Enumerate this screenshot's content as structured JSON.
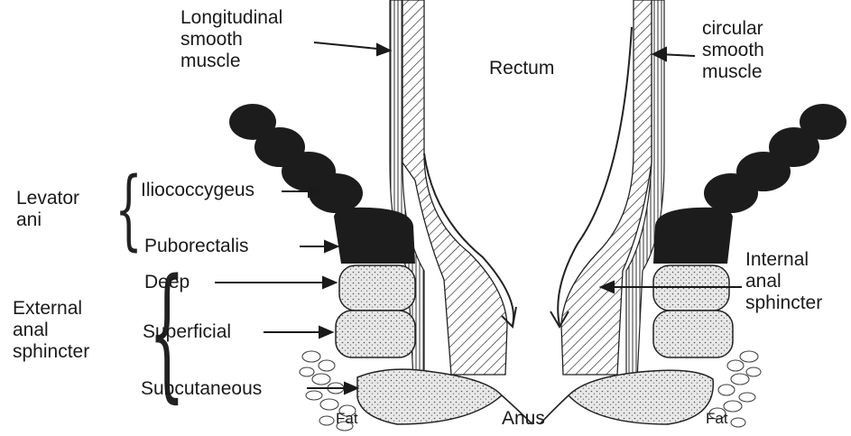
{
  "labels": {
    "longitudinal": [
      "Longitudinal",
      "smooth",
      "muscle"
    ],
    "circular": [
      "circular",
      "smooth",
      "muscle"
    ],
    "rectum": "Rectum",
    "levator_ani": [
      "Levator",
      "ani"
    ],
    "iliococcygeus": "Iliococcygeus",
    "puborectalis": "Puborectalis",
    "external_anal_sphincter": [
      "External",
      "anal",
      "sphincter"
    ],
    "deep": "Deep",
    "superficial": "Superficial",
    "subcutaneous": "Subcutaneous",
    "internal_anal_sphincter": [
      "Internal",
      "anal",
      "sphincter"
    ],
    "fat": "Fat",
    "anus": "Anus"
  },
  "colors": {
    "ink": "#1a1a1a",
    "muscle_dark": "#1c1c1c",
    "stipple_fill": "#e6e6e6",
    "background": "#ffffff"
  }
}
